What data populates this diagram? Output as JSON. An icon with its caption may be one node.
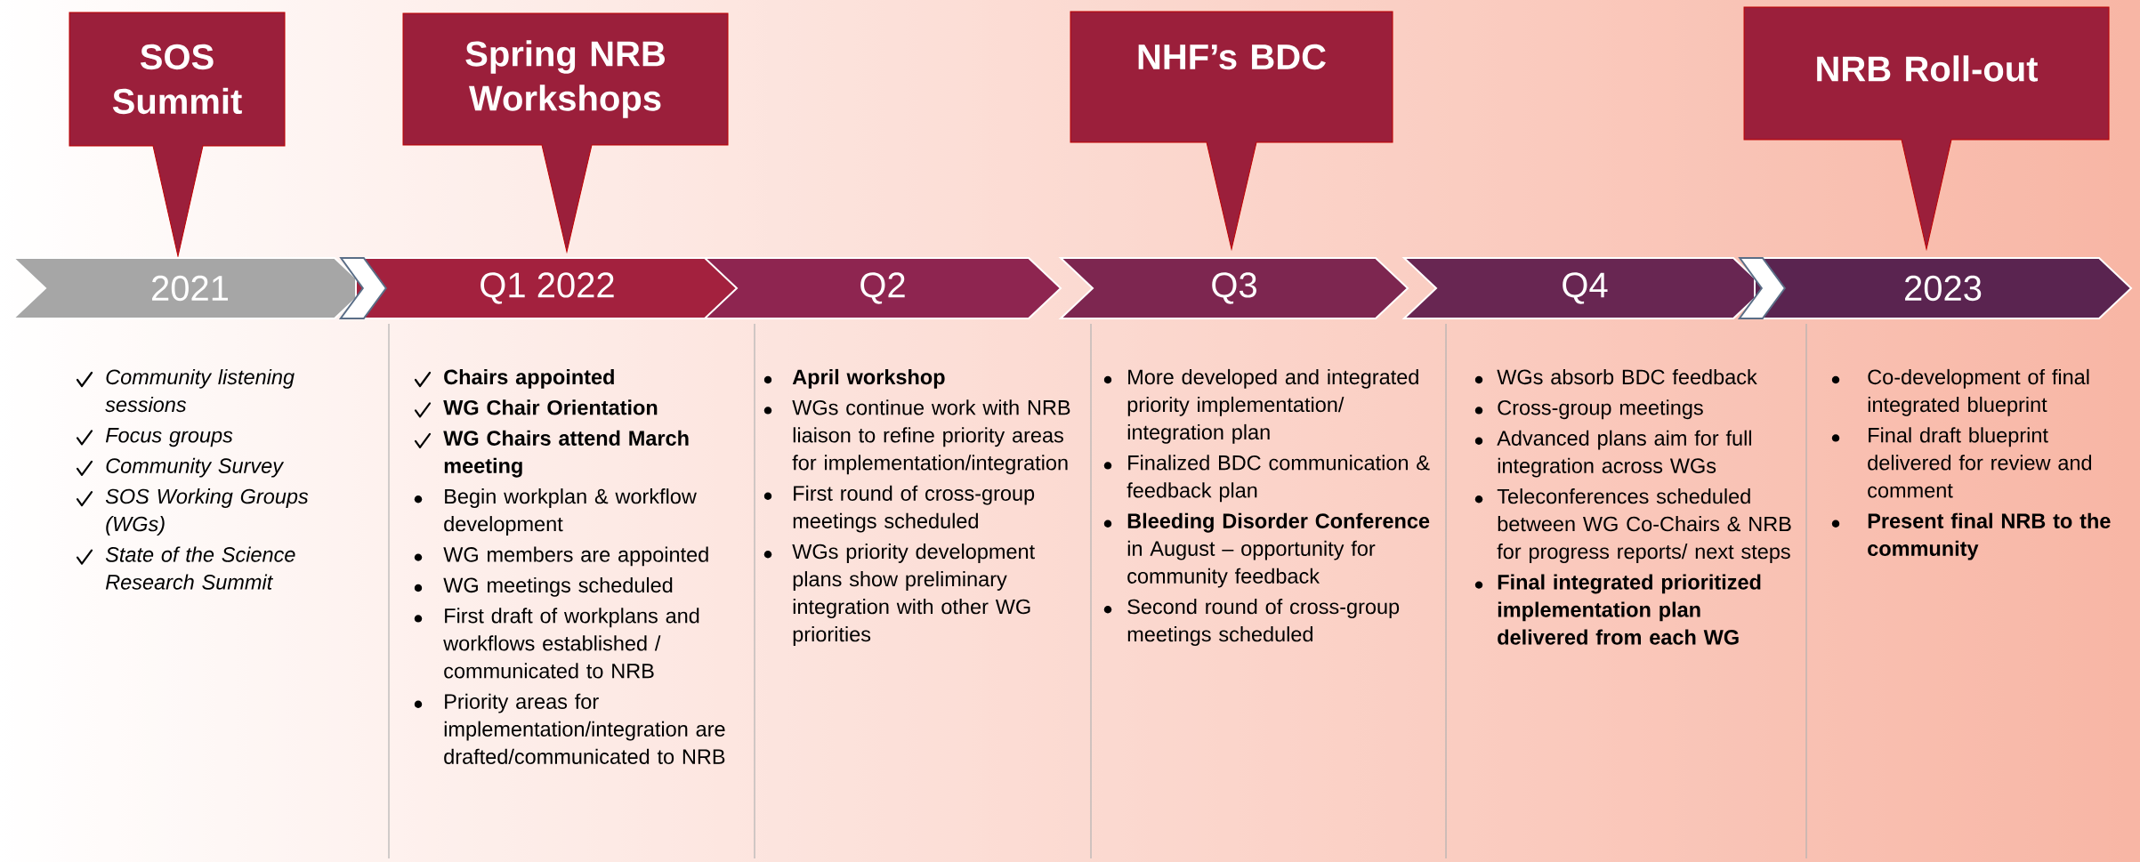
{
  "diagram": {
    "nodes": [
      {
        "text": [
          "SOS Summit"
        ]
      },
      {
        "text": [
          "Spring NRB Workshops"
        ]
      },
      {
        "text": [
          "NHF’s BDC"
        ]
      },
      {
        "text": [
          "NRB Roll-out"
        ]
      },
      {
        "text": [
          "2021"
        ]
      },
      {
        "text": [
          "Q1 2022"
        ]
      },
      {
        "text": [
          "Q2"
        ]
      },
      {
        "text": [
          "Q3"
        ]
      },
      {
        "text": [
          "Q4"
        ]
      },
      {
        "text": [
          "2023"
        ]
      }
    ],
    "edges": [
      {
        "from": 4,
        "to": 5,
        "arrow": "to"
      },
      {
        "from": 8,
        "to": 9,
        "arrow": "to"
      }
    ],
    "labels": [
      "Community listening sessions",
      "Focus groups",
      "Community Survey",
      "SOS Working Groups (WGs)",
      "State of the Science Research Summit",
      "Chairs appointed",
      "WG Chair Orientation",
      "WG Chairs attend March meeting",
      "Begin workplan & workflow development",
      "WG members are appointed",
      "WG meetings scheduled",
      "First draft of workplans and workflows established / communicated to NRB",
      "Priority areas for implementation/integration are drafted/communicated to NRB",
      "April workshop",
      "WGs continue work with NRB liaison to refine priority areas for implementation/integration",
      "First round of cross-group meetings scheduled",
      "WGs priority development plans show preliminary integration with other WG priorities",
      "More developed and integrated priority implementation/ integration plan",
      "Finalized BDC communication & feedback plan",
      "**Bleeding Disorder Conference** in August – opportunity for community feedback",
      "Second round of cross-group meetings scheduled",
      "WGs absorb BDC feedback",
      "Cross-group meetings",
      "Advanced plans aim for full integration across WGs",
      "Teleconferences scheduled between WG Co-Chairs & NRB for progress reports/ next steps",
      "Final integrated prioritized implementation plan delivered from each WG",
      "Co-development of final integrated blueprint",
      "Final draft blueprint delivered for review and comment",
      "Present final NRB to the community"
    ]
  }
}
